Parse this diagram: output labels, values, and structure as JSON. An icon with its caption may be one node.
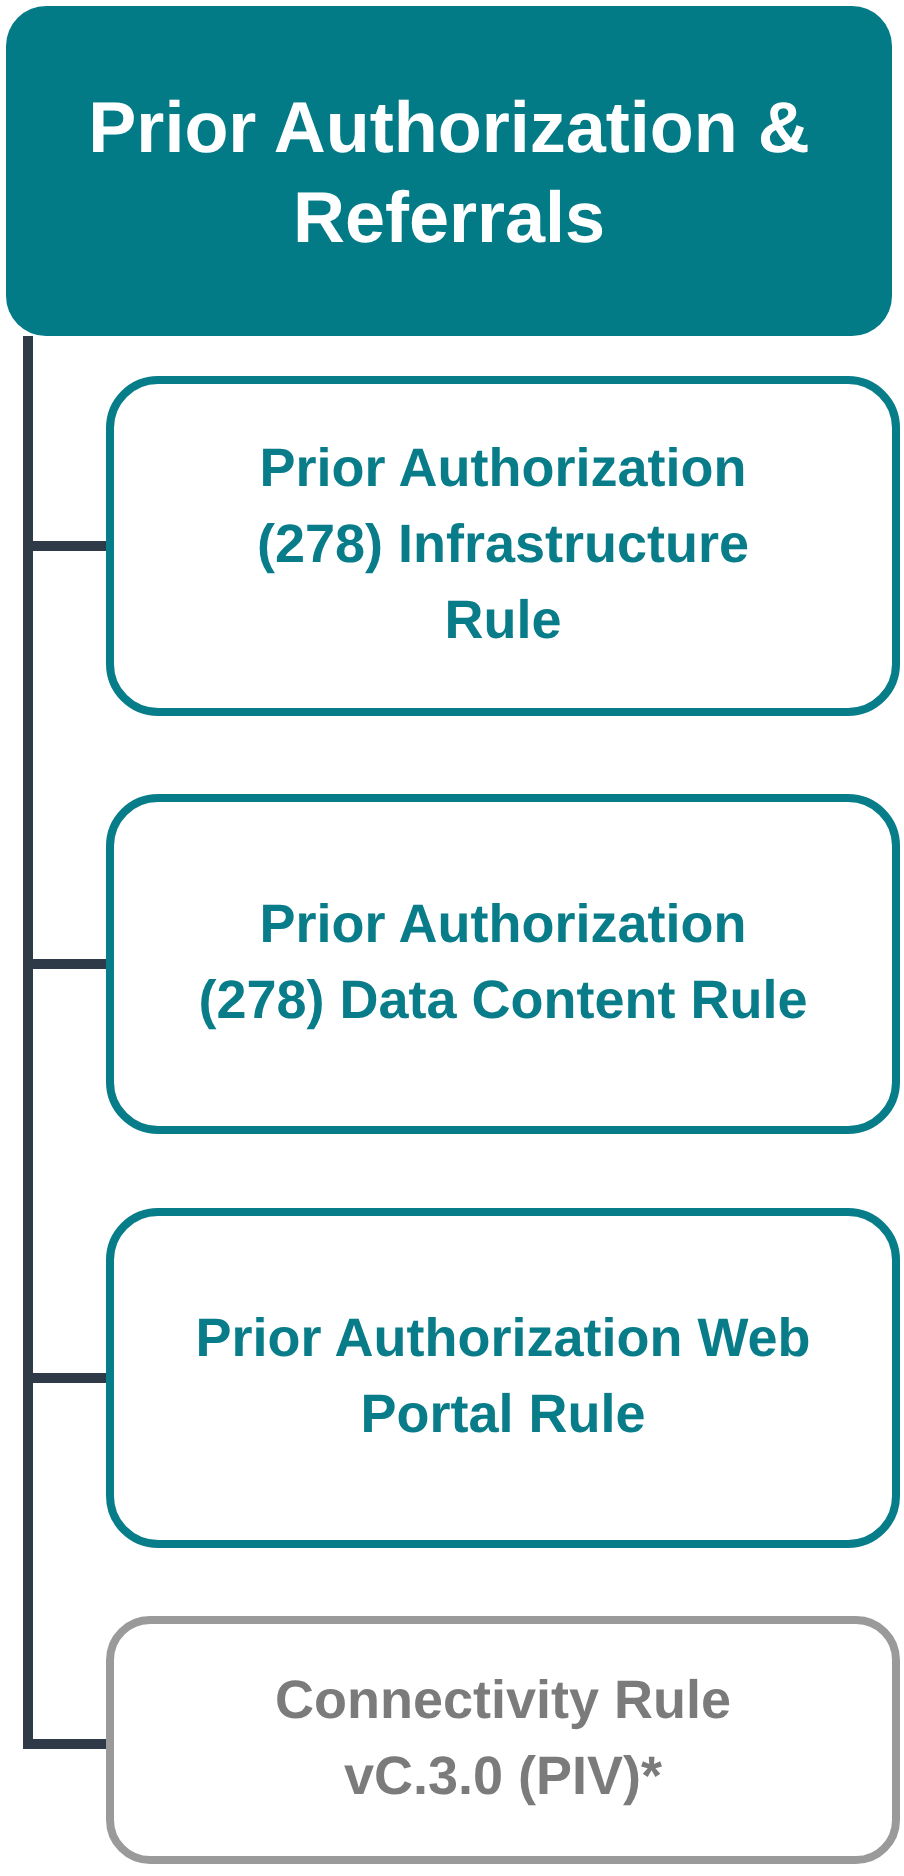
{
  "diagram": {
    "nodes": [
      {
        "text": [
          "Prior Authorization & Referrals"
        ]
      },
      {
        "text": [
          "Prior Authorization (278) Infrastructure Rule"
        ]
      },
      {
        "text": [
          "Prior Authorization (278) Data Content Rule"
        ]
      },
      {
        "text": [
          "Prior Authorization Web Portal Rule"
        ]
      },
      {
        "text": [
          "Connectivity Rule vC.3.0 (PIV)*"
        ]
      }
    ],
    "edges": [
      {
        "from": 0,
        "to": 1,
        "arrow": "none"
      },
      {
        "from": 0,
        "to": 2,
        "arrow": "none"
      },
      {
        "from": 0,
        "to": 3,
        "arrow": "none"
      },
      {
        "from": 0,
        "to": 4,
        "arrow": "none"
      }
    ]
  }
}
